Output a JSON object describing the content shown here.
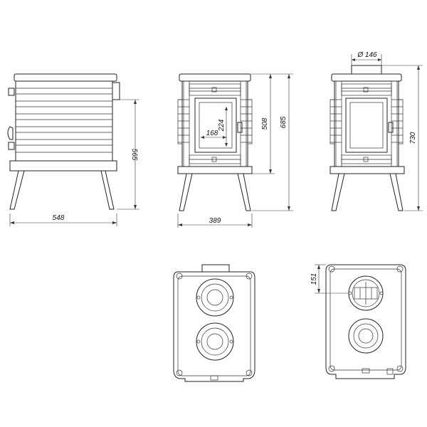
{
  "dimensions": {
    "side_width": "548",
    "side_height": "565",
    "front_width": "389",
    "front_height_body": "508",
    "front_height_total": "685",
    "door_height": "224",
    "door_width": "168",
    "flue_diameter": "Ø 146",
    "rear_height": "730",
    "flue_offset": "151"
  }
}
